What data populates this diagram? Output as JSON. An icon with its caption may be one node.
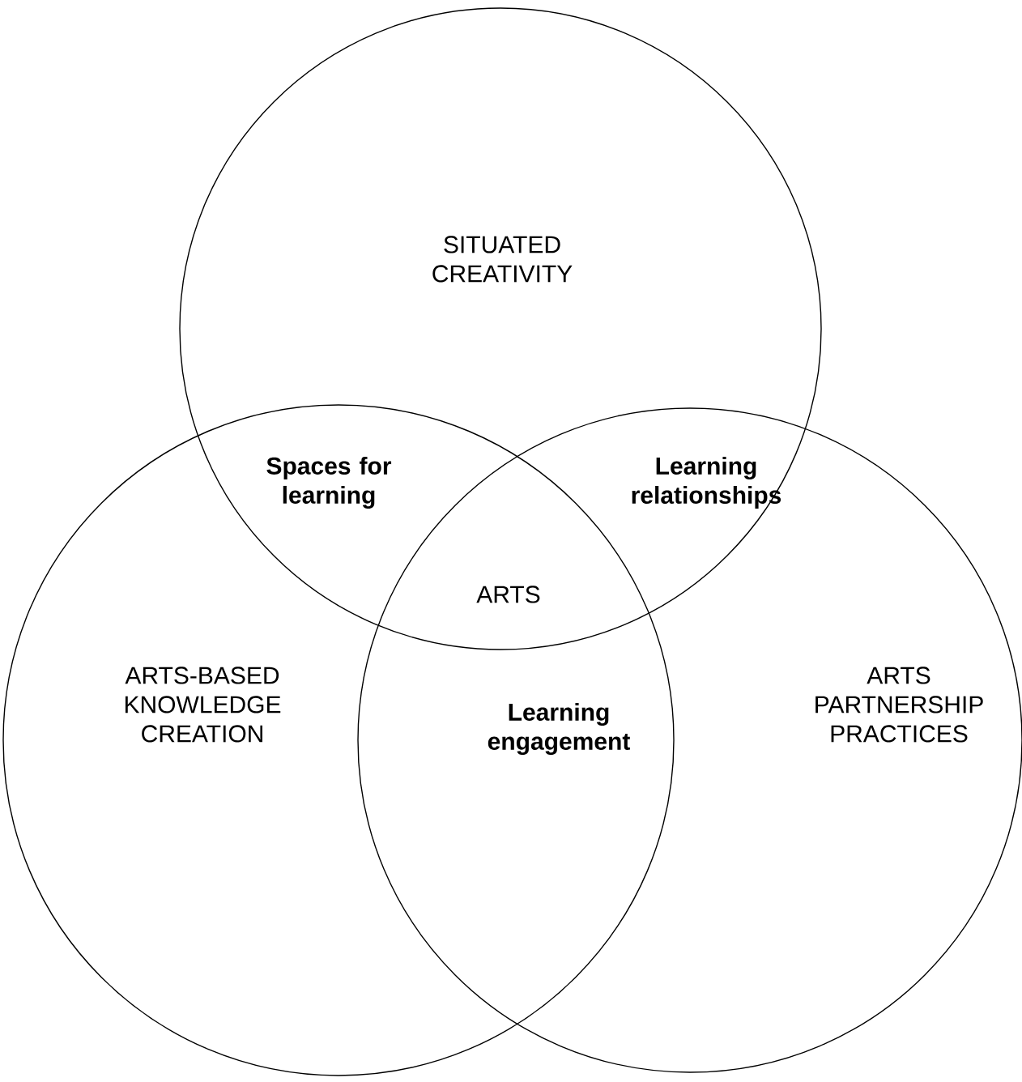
{
  "diagram": {
    "nodes": [
      {
        "text": [
          "SITUATED CREATIVITY"
        ]
      },
      {
        "text": [
          "ARTS-BASED KNOWLEDGE CREATION"
        ]
      },
      {
        "text": [
          "ARTS PARTNERSHIP PRACTICES"
        ]
      }
    ],
    "labels": [
      "Spaces for learning",
      "Learning relationships",
      "ARTS",
      "Learning engagement"
    ]
  }
}
